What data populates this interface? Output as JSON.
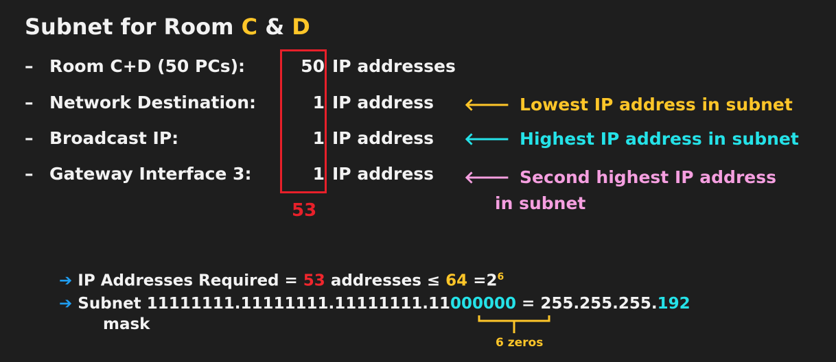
{
  "title": {
    "prefix": "Subnet for Room ",
    "c": "C",
    "amp": " & ",
    "d": "D"
  },
  "rows": [
    {
      "dash": "–",
      "label": "Room C+D (50 PCs):",
      "value": "50",
      "unit": "IP addresses"
    },
    {
      "dash": "–",
      "label": "Network Destination:",
      "value": "1",
      "unit": "IP address"
    },
    {
      "dash": "–",
      "label": "Broadcast IP:",
      "value": "1",
      "unit": "IP address"
    },
    {
      "dash": "–",
      "label": "Gateway Interface 3:",
      "value": "1",
      "unit": "IP address"
    }
  ],
  "total": "53",
  "notes": [
    {
      "arrow": "🡐",
      "text": "Lowest IP address in subnet",
      "color": "#ffc629"
    },
    {
      "arrow": "🡐",
      "text": "Highest IP address in subnet",
      "color": "#25e2e8"
    },
    {
      "arrow": "🡐",
      "line1": "Second highest IP address",
      "line2": "in subnet",
      "color": "#f59fe0"
    }
  ],
  "bottom": {
    "line1": {
      "arrow": "➔",
      "text1": "IP Addresses Required = ",
      "red": "53",
      "text2": " addresses ≤ ",
      "yellow": "64",
      "text3": " =2",
      "sup": "6"
    },
    "line2": {
      "arrow": "➔",
      "word": "Subnet",
      "word2": "mask",
      "binary_a": "11111111.11111111.11111111.11",
      "binary_b": "000000",
      "eq": " = 255.255.255.",
      "last": "192"
    },
    "brace_label": "6 zeros"
  },
  "colors": {
    "background": "#1e1e1e",
    "red": "#e8202a",
    "yellow": "#ffc629",
    "cyan": "#25e2e8",
    "pink": "#f59fe0",
    "blue": "#1f9df0"
  }
}
